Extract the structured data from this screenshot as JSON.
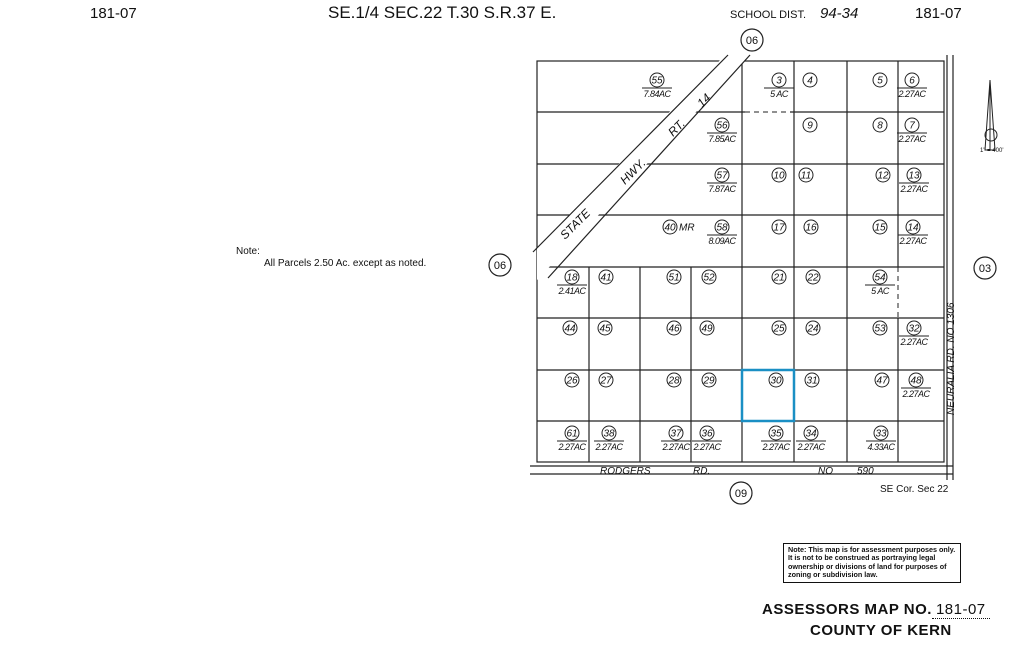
{
  "header": {
    "map_no_left": "181-07",
    "section": "SE.1/4 SEC.22 T.30 S.R.37 E.",
    "school_dist_label": "SCHOOL DIST.",
    "school_dist_value": "94-34",
    "map_no_right": "181-07"
  },
  "note": {
    "label": "Note:",
    "text": "All Parcels 2.50 Ac. except as noted."
  },
  "adjacent_maps": {
    "north": "06",
    "west": "06",
    "east": "03",
    "south": "09"
  },
  "roads": {
    "highway": [
      "STATE",
      "HWY.",
      "RT.",
      "14"
    ],
    "south_road": [
      "RODGERS",
      "RD.",
      "NO",
      "590"
    ],
    "east_road": "NEURALIA RD. NO 1306"
  },
  "corner_label": "SE Cor. Sec 22",
  "scale": "1\" = 400'",
  "parcels": [
    {
      "id": "55",
      "acres": "7.84AC"
    },
    {
      "id": "3",
      "acres": "5 AC"
    },
    {
      "id": "4"
    },
    {
      "id": "5"
    },
    {
      "id": "6",
      "acres": "2.27AC"
    },
    {
      "id": "56",
      "acres": "7.85AC"
    },
    {
      "id": "9"
    },
    {
      "id": "8"
    },
    {
      "id": "7",
      "acres": "2.27AC"
    },
    {
      "id": "57",
      "acres": "7.87AC"
    },
    {
      "id": "10"
    },
    {
      "id": "11"
    },
    {
      "id": "12"
    },
    {
      "id": "13",
      "acres": "2.27AC"
    },
    {
      "id": "40",
      "suffix": "MR"
    },
    {
      "id": "58",
      "acres": "8.09AC"
    },
    {
      "id": "17"
    },
    {
      "id": "16"
    },
    {
      "id": "15"
    },
    {
      "id": "14",
      "acres": "2.27AC"
    },
    {
      "id": "18",
      "acres": "2.41AC"
    },
    {
      "id": "41"
    },
    {
      "id": "51"
    },
    {
      "id": "52"
    },
    {
      "id": "21"
    },
    {
      "id": "22"
    },
    {
      "id": "54",
      "acres": "5 AC"
    },
    {
      "id": "44"
    },
    {
      "id": "45"
    },
    {
      "id": "46"
    },
    {
      "id": "49"
    },
    {
      "id": "25"
    },
    {
      "id": "24"
    },
    {
      "id": "53"
    },
    {
      "id": "32",
      "acres": "2.27AC"
    },
    {
      "id": "26"
    },
    {
      "id": "27"
    },
    {
      "id": "28"
    },
    {
      "id": "29"
    },
    {
      "id": "30",
      "highlighted": true
    },
    {
      "id": "31"
    },
    {
      "id": "47"
    },
    {
      "id": "48",
      "acres": "2.27AC"
    },
    {
      "id": "61",
      "acres": "2.27AC"
    },
    {
      "id": "38",
      "acres": "2.27AC"
    },
    {
      "id": "37",
      "acres": "2.27AC"
    },
    {
      "id": "36",
      "acres": "2.27AC"
    },
    {
      "id": "35",
      "acres": "2.27AC"
    },
    {
      "id": "34",
      "acres": "2.27AC"
    },
    {
      "id": "33",
      "acres": "4.33AC"
    }
  ],
  "highlight_color": "#1a8fc4",
  "disclaimer": "Note: This map is for assessment purposes only. It is not to be construed as portraying legal ownership or divisions of land for purposes of zoning or subdivision law.",
  "footer": {
    "title": "ASSESSORS MAP NO.",
    "map_no": "181-07",
    "county": "COUNTY OF KERN"
  }
}
